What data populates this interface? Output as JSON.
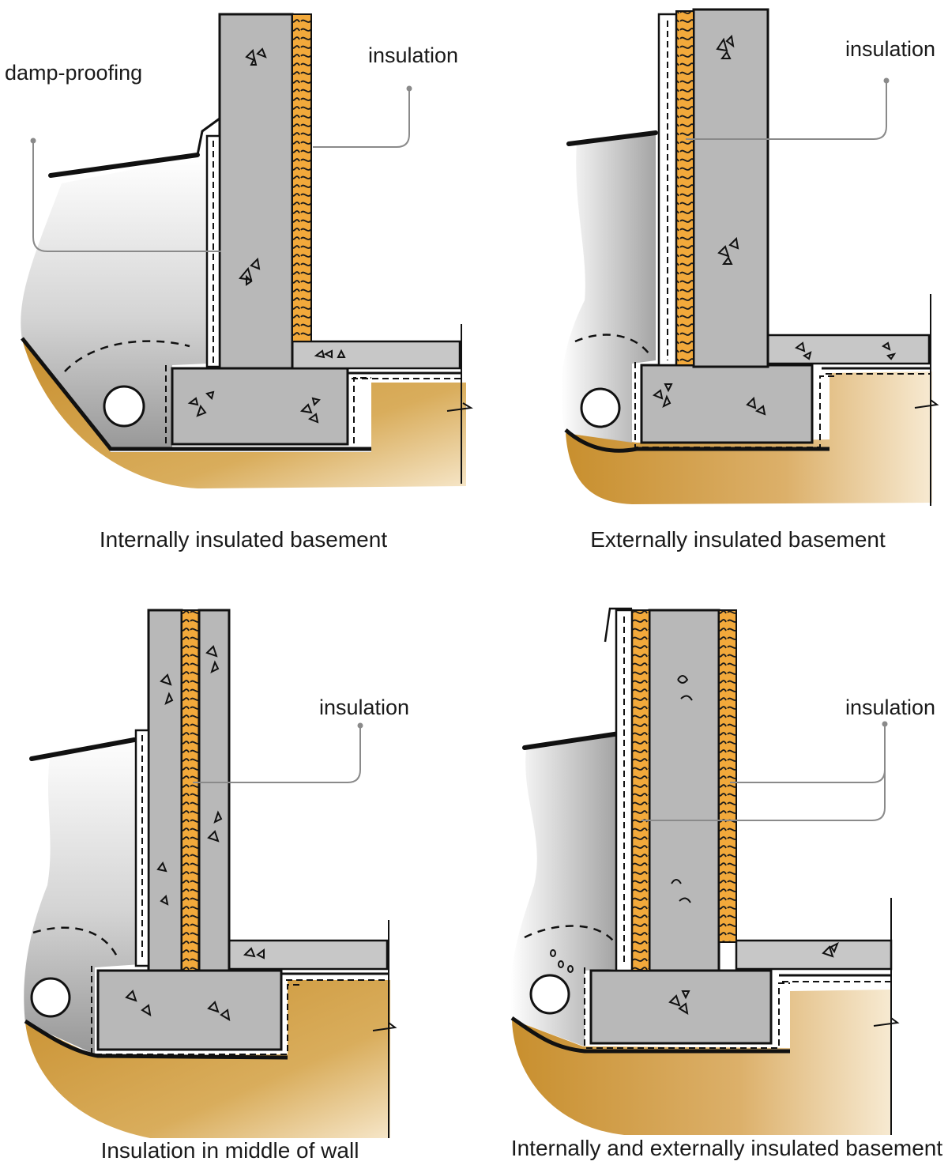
{
  "labels": {
    "damp_proofing": "damp-proofing",
    "insulation": "insulation"
  },
  "captions": {
    "internal": "Internally insulated basement",
    "external": "Externally insulated basement",
    "middle": "Insulation in middle of wall",
    "both": "Internally and externally insulated basement"
  },
  "colors": {
    "soil": "#cc9a3f",
    "concrete": "#b8b8b8",
    "insulation": "#f2a93b",
    "outline": "#111111",
    "leader": "#8a8a8a"
  }
}
